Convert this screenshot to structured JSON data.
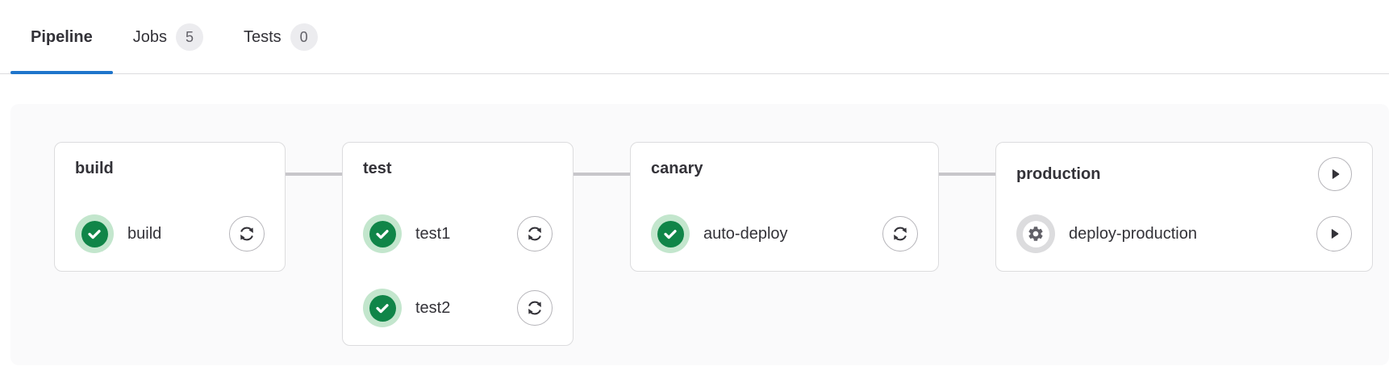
{
  "tabs": [
    {
      "label": "Pipeline",
      "active": true
    },
    {
      "label": "Jobs",
      "badge": "5",
      "active": false
    },
    {
      "label": "Tests",
      "badge": "0",
      "active": false
    }
  ],
  "pipeline": {
    "stages": [
      {
        "name": "build",
        "jobs": [
          {
            "name": "build",
            "status": "success",
            "action": "retry"
          }
        ]
      },
      {
        "name": "test",
        "jobs": [
          {
            "name": "test1",
            "status": "success",
            "action": "retry"
          },
          {
            "name": "test2",
            "status": "success",
            "action": "retry"
          }
        ]
      },
      {
        "name": "canary",
        "jobs": [
          {
            "name": "auto-deploy",
            "status": "success",
            "action": "retry"
          }
        ]
      },
      {
        "name": "production",
        "stage_action": "play",
        "jobs": [
          {
            "name": "deploy-production",
            "status": "manual",
            "action": "play"
          }
        ]
      }
    ]
  },
  "icons": {
    "status_success": "check-circle",
    "status_manual": "gear",
    "retry": "circular-arrows",
    "play": "triangle-right"
  },
  "colors": {
    "active_tab_indicator": "#1f75cb",
    "success_green": "#108548",
    "success_halo": "#c3e6cd",
    "manual_halo": "#dcdcde",
    "manual_gear": "#626168",
    "badge_bg": "#ececef",
    "card_border": "#dcdcde",
    "panel_bg": "#fafafb",
    "connector": "#c7c6ca",
    "text": "#333238"
  }
}
